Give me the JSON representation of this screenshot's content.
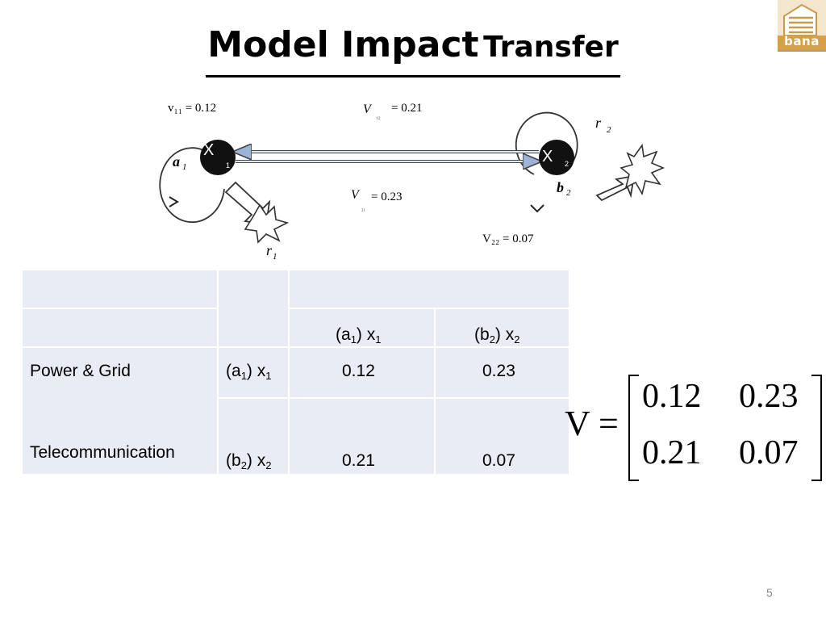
{
  "slide": {
    "title_main": "Model Impact",
    "title_rest": "Transfer",
    "slide_number": "5"
  },
  "logo": {
    "text": "bana"
  },
  "diagram": {
    "v11": "v₁₁ = 0.12",
    "v12_sym": "V",
    "v12_sub": "₁₂",
    "v12_val": "= 0.21",
    "v21_sym": "V",
    "v21_sub": "₂₁",
    "v21_val": "= 0.23",
    "v22": "V₂₂ = 0.07",
    "node1": "X",
    "node1_sub": "1",
    "node2": "X",
    "node2_sub": "2",
    "a1": "a",
    "a1_sub": "1",
    "b2": "b",
    "b2_sub": "2",
    "r1": "r",
    "r1_sub": "1",
    "r2": "r",
    "r2_sub": "2"
  },
  "table": {
    "col_a1_sym": "(a",
    "col_a1_sub": "1",
    "col_a1_mid": ") x",
    "col_a1_sub2": "1",
    "col_b2_sym": "(b",
    "col_b2_sub": "2",
    "col_b2_mid": ") x",
    "col_b2_sub2": "2",
    "rows": [
      {
        "sector": "Power & Grid",
        "node_sym": "(a",
        "node_sub": "1",
        "node_mid": ") x",
        "node_sub2": "1",
        "v1": "0.12",
        "v2": "0.23"
      },
      {
        "sector": "Telecommunication",
        "node_sym": "(b",
        "node_sub": "2",
        "node_mid": ") x",
        "node_sub2": "2",
        "v1": "0.21",
        "v2": "0.07"
      }
    ]
  },
  "matrix": {
    "lhs": "V =",
    "m11": "0.12",
    "m12": "0.23",
    "m21": "0.21",
    "m22": "0.07"
  }
}
